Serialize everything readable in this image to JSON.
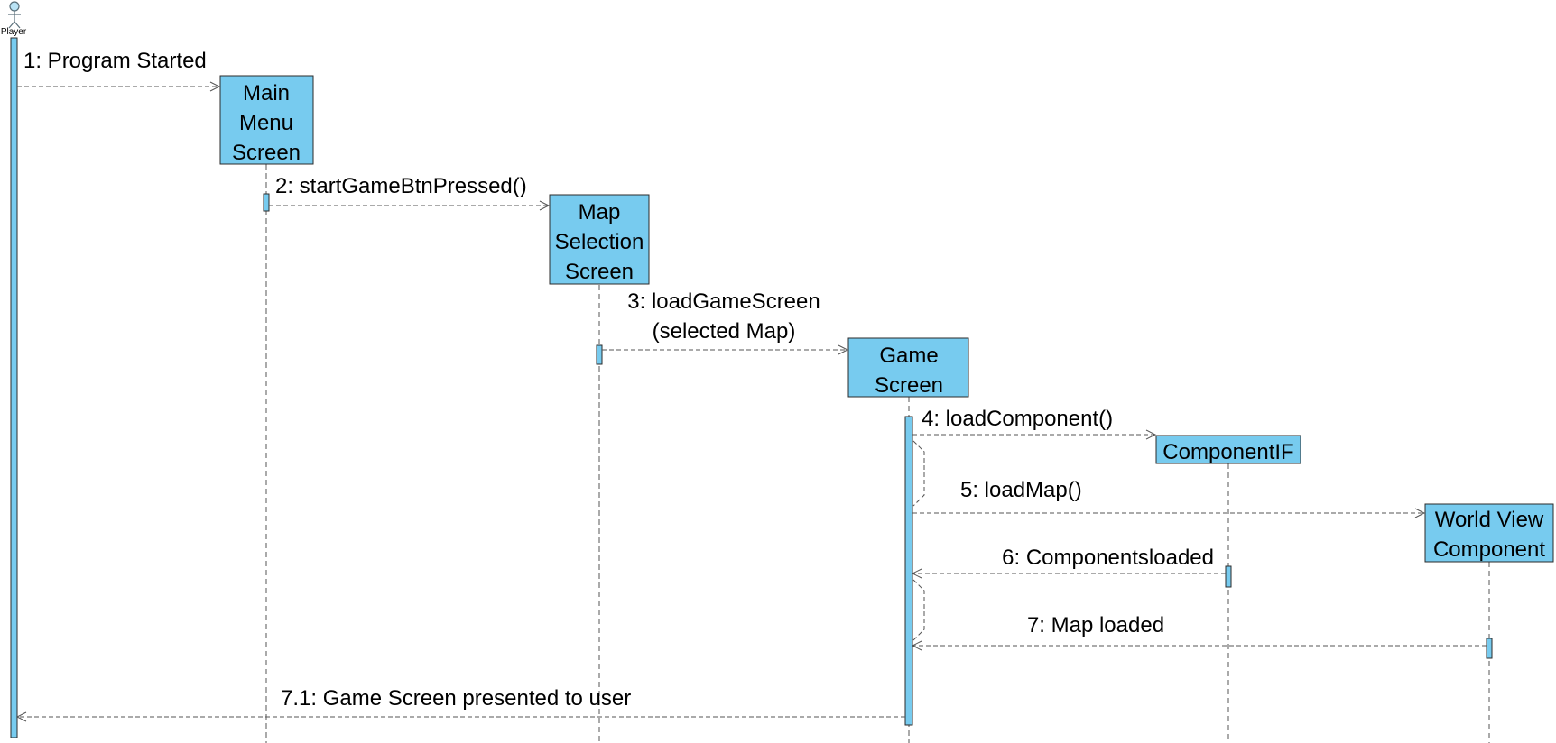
{
  "actor": {
    "name": "Player"
  },
  "participants": {
    "main_menu": [
      "Main",
      "Menu",
      "Screen"
    ],
    "map_selection": [
      "Map",
      "Selection",
      "Screen"
    ],
    "game_screen": [
      "Game",
      "Screen"
    ],
    "component_if": [
      "ComponentIF"
    ],
    "world_view": [
      "World View",
      "Component"
    ]
  },
  "messages": {
    "m1": "1: Program Started",
    "m2": "2: startGameBtnPressed()",
    "m3_line1": "3: loadGameScreen",
    "m3_line2": "(selected Map)",
    "m4": "4: loadComponent()",
    "m5": "5: loadMap()",
    "m6": "6: Componentsloaded",
    "m7": "7: Map loaded",
    "m71": "7.1: Game Screen presented to user"
  },
  "colors": {
    "participant_fill": "#77cbef",
    "border": "#2b2b2b",
    "lines": "#555555"
  }
}
